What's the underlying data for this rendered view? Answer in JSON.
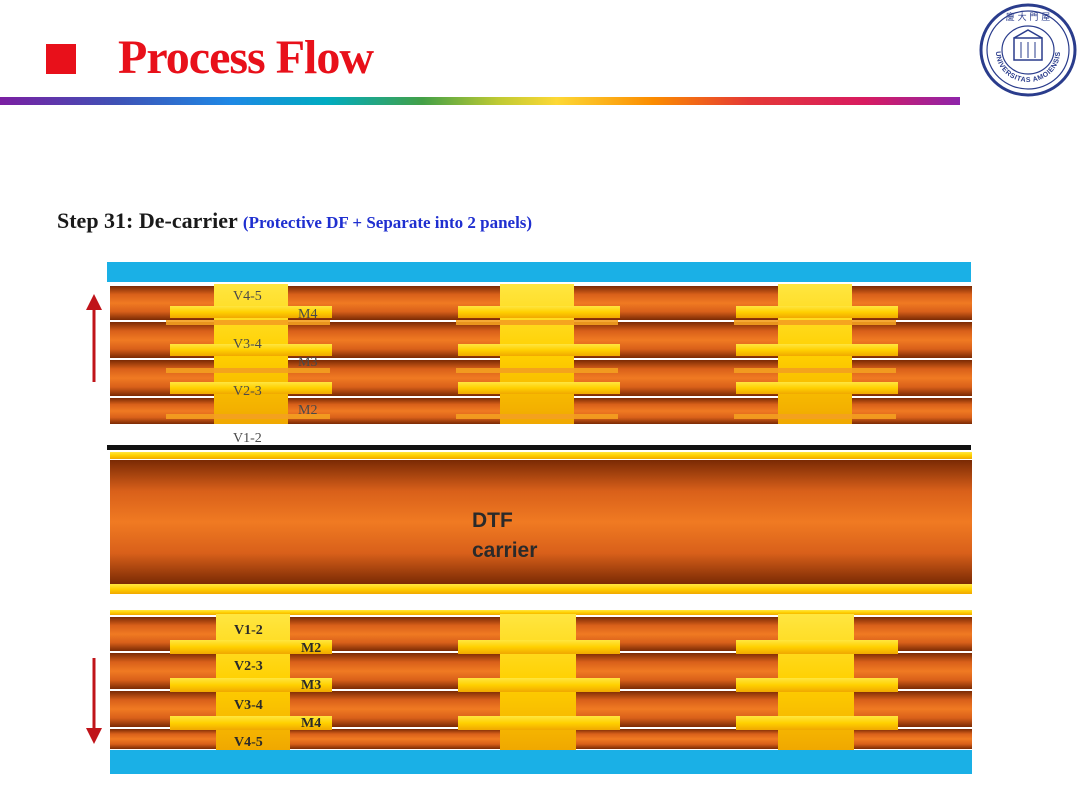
{
  "header": {
    "title": "Process Flow",
    "accent_color": "#e8101a"
  },
  "logo": {
    "top_text": "廈 大 門 屋",
    "ring_text": "UNIVERSITAS AMOIENSIS",
    "icon": "university-seal"
  },
  "step": {
    "title": "Step 31: De-carrier",
    "subtitle": "(Protective DF + Separate into 2 panels)"
  },
  "diagram": {
    "top_panel_labels": [
      "V4-5",
      "M4",
      "V3-4",
      "M3",
      "V2-3",
      "M2",
      "V1-2"
    ],
    "bottom_panel_labels": [
      "V1-2",
      "M2",
      "V2-3",
      "M3",
      "V3-4",
      "M4",
      "V4-5"
    ],
    "carrier_label_line1": "DTF",
    "carrier_label_line2": "carrier",
    "arrow_top": "up",
    "arrow_bottom": "down",
    "colors": {
      "protective_film": "#1ab0e6",
      "dielectric": "#e0661a",
      "copper": "#ffd000",
      "arrow": "#c0141a"
    }
  }
}
